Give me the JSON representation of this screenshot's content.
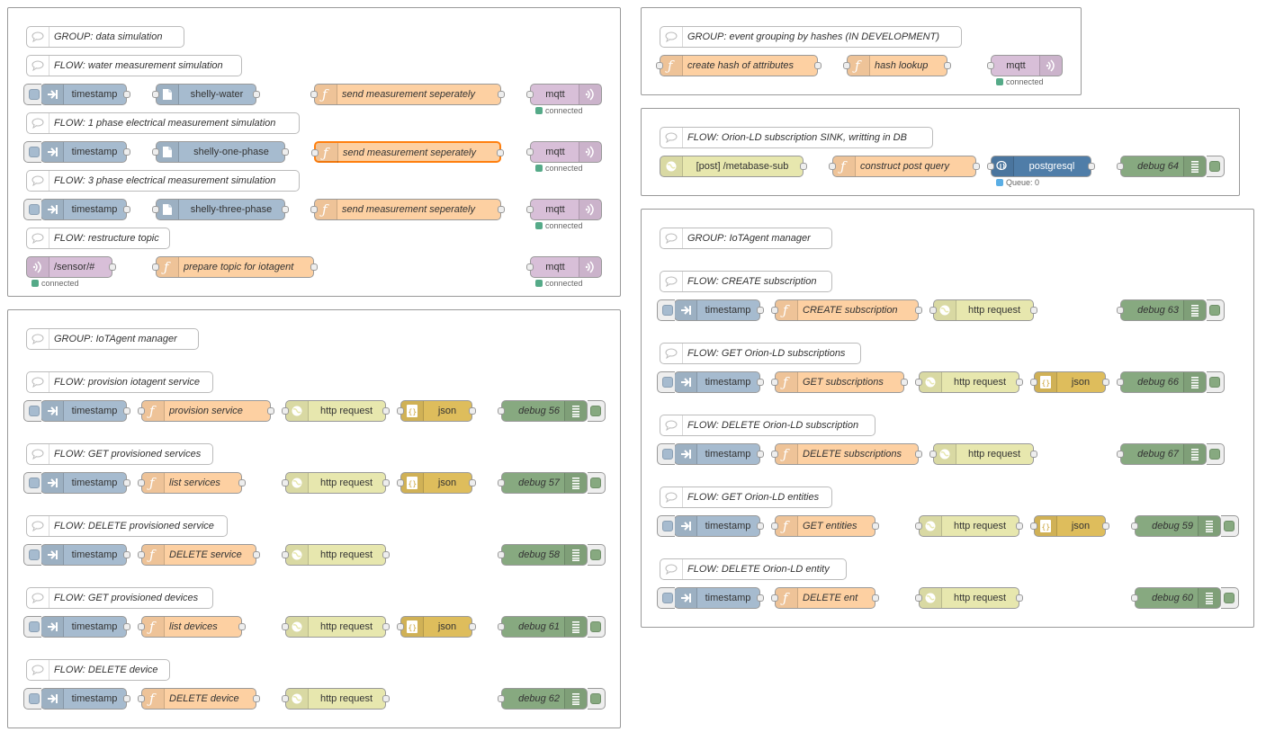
{
  "colors": {
    "inject": "#a6bbcf",
    "function": "#fdd0a2",
    "mqtt": "#d8bfd8",
    "http": "#e7e7ae",
    "json": "#debd5c",
    "debug": "#87a980",
    "postgres": "#4f7da8",
    "selected_outline": "#ff7f0e",
    "status_connected": "#55aa88"
  },
  "comments": {
    "group_data_sim": "GROUP: data simulation",
    "flow_water": "FLOW: water measurement simulation",
    "flow_1phase": "FLOW: 1 phase electrical measurement simulation",
    "flow_3phase": "FLOW: 3 phase electrical measurement simulation",
    "flow_restructure": "FLOW: restructure topic",
    "group_iota_left": "GROUP: IoTAgent manager",
    "flow_prov_service": "FLOW: provision iotagent service",
    "flow_get_services": "FLOW: GET provisioned services",
    "flow_del_service": "FLOW: DELETE provisioned service",
    "flow_get_devices": "FLOW: GET provisioned devices",
    "flow_del_device": "FLOW: DELETE device",
    "group_hashes": "GROUP: event grouping by hashes (IN DEVELOPMENT)",
    "flow_orion_sink": "FLOW: Orion-LD subscription SINK, writting in DB",
    "group_iota_right": "GROUP: IoTAgent manager",
    "flow_create_sub": "FLOW: CREATE subscription",
    "flow_get_subs": "FLOW: GET Orion-LD subscriptions",
    "flow_del_sub": "FLOW: DELETE Orion-LD subscription",
    "flow_get_entities": "FLOW: GET Orion-LD entities",
    "flow_del_entity": "FLOW: DELETE Orion-LD entity"
  },
  "nodes": {
    "timestamp": "timestamp",
    "shelly_water": "shelly-water",
    "shelly_one": "shelly-one-phase",
    "shelly_three": "shelly-three-phase",
    "send_meas": "send measurement seperately",
    "mqtt": "mqtt",
    "sensor_topic": "/sensor/#",
    "prepare_topic": "prepare topic for iotagent",
    "provision_service": "provision service",
    "list_services": "list services",
    "delete_service": "DELETE service",
    "list_devices": "list devices",
    "delete_device": "DELETE device",
    "http_request": "http request",
    "json": "json",
    "debug56": "debug 56",
    "debug57": "debug 57",
    "debug58": "debug 58",
    "debug61": "debug 61",
    "debug62": "debug 62",
    "create_hash": "create hash of attributes",
    "hash_lookup": "hash lookup",
    "post_metabase": "[post] /metabase-sub",
    "construct_query": "construct post query",
    "postgresql": "postgresql",
    "debug64": "debug 64",
    "create_subscription": "CREATE subscription",
    "get_subscriptions": "GET subscriptions",
    "delete_subscriptions": "DELETE subscriptions",
    "get_entities": "GET entities",
    "delete_ent": "DELETE ent",
    "debug63": "debug 63",
    "debug66": "debug 66",
    "debug67": "debug 67",
    "debug59": "debug 59",
    "debug60": "debug 60"
  },
  "status": {
    "connected": "connected",
    "queue": "Queue: 0"
  }
}
